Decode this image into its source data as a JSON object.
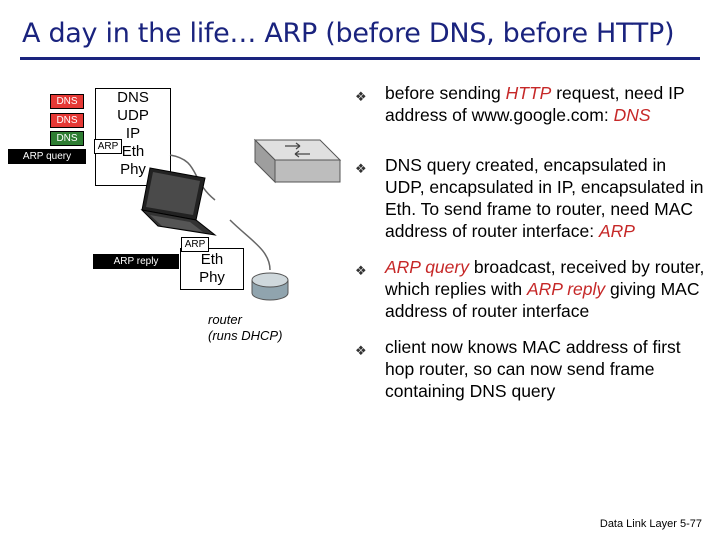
{
  "title": "A day in the life… ARP (before DNS, before HTTP)",
  "left_tags": [
    "DNS",
    "DNS",
    "DNS",
    "ARP query"
  ],
  "client_stack": [
    "DNS",
    "UDP",
    "IP",
    "Eth",
    "Phy"
  ],
  "client_arp_tag": "ARP",
  "arp_reply_label": "ARP reply",
  "router_arp_tag": "ARP",
  "router_stack": [
    "Eth",
    "Phy"
  ],
  "router_label_line1": "router",
  "router_label_line2": "(runs DHCP)",
  "bullets": [
    {
      "parts": [
        {
          "t": "before sending ",
          "s": "plain"
        },
        {
          "t": "HTTP",
          "s": "red"
        },
        {
          "t": " request, need IP address of www.google.com: ",
          "s": "plain"
        },
        {
          "t": "DNS",
          "s": "red"
        }
      ]
    },
    {
      "parts": [
        {
          "t": "DNS query created, encapsulated in UDP, encapsulated in IP, encapsulated in Eth.  To send frame to router, need MAC address of router interface: ",
          "s": "plain"
        },
        {
          "t": "ARP",
          "s": "red"
        }
      ]
    },
    {
      "parts": [
        {
          "t": "ARP query",
          "s": "red"
        },
        {
          "t": " broadcast, received by router, which replies with ",
          "s": "plain"
        },
        {
          "t": "ARP reply",
          "s": "red"
        },
        {
          "t": " giving MAC address of router interface",
          "s": "plain"
        }
      ]
    },
    {
      "parts": [
        {
          "t": "client now knows MAC address of first hop router, so can now send frame containing DNS query",
          "s": "plain"
        }
      ]
    }
  ],
  "bullet_icon": "diamond-bullet-icon",
  "footer": "Data Link Layer  5-77",
  "colors": {
    "title": "#1a237e",
    "dns_tag": "#e53935",
    "dns_tag_last": "#2e7d32",
    "emphasis": "#c62828"
  }
}
